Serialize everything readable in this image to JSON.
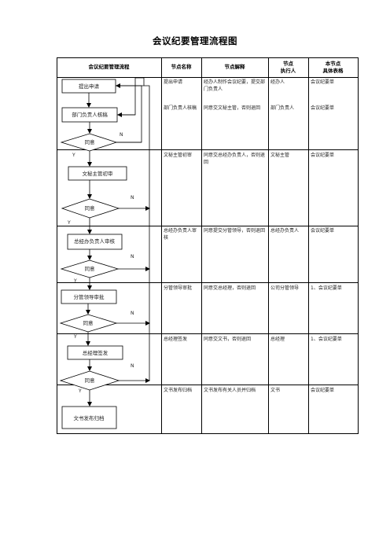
{
  "title": "会议纪要管理流程图",
  "headers": {
    "flow": "会议纪要管理流程",
    "node_name": "节点名称",
    "node_desc": "节点解释",
    "executor_line1": "节点",
    "executor_line2": "执行人",
    "form_line1": "本节点",
    "form_line2": "具体表格"
  },
  "rows": [
    {
      "node": "提出申请",
      "desc": "经办人制作会议纪要，提交部门负责人",
      "executor": "经办人",
      "form": "会议纪要单"
    },
    {
      "node": "部门负责人核稿",
      "desc": "同意交文秘主管，否则退回",
      "executor": "部门负责人",
      "form": "会议纪要单"
    },
    {
      "node": "文秘主管初审",
      "desc": "同意交总经办负责人，否则退回",
      "executor": "文秘主管",
      "form": "会议纪要单"
    },
    {
      "node": "总经办负责人审核",
      "desc": "同意提交分管领导，否则退回",
      "executor": "总经办负责人",
      "form": "会议纪要单"
    },
    {
      "node": "分管领导审批",
      "desc": "同意交总经理，否则退回",
      "executor": "公司分管领导",
      "form": "1、会议纪要单"
    },
    {
      "node": "总经理签发",
      "desc": "同意交文书，否则退回",
      "executor": "总经理",
      "form": "1、会议纪要单"
    },
    {
      "node": "文书发布归档",
      "desc": "文书发布有关人员并归档",
      "executor": "文书",
      "form": "会议纪要单"
    }
  ],
  "flow": {
    "boxes": [
      "提出申请",
      "部门负责人核稿",
      "文秘主管初审",
      "总经办负责人审核",
      "分管领导审批",
      "总经理签发",
      "文书发布归档"
    ],
    "decision": "同意",
    "yes": "Y",
    "no": "N"
  }
}
